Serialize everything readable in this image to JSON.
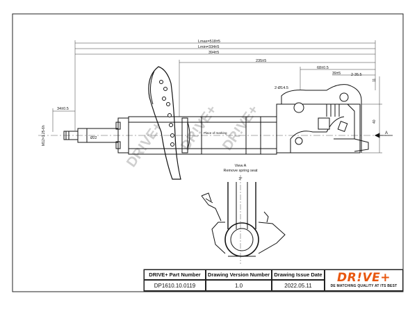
{
  "dimensions": {
    "lmax": "Lmax=518±5",
    "lmin": "Lmin=334±5",
    "d394": "394±5",
    "d235": "235±5",
    "d68": "68±0.5",
    "d39": "39±5",
    "d35": "2-35.5",
    "d14": "2-Ø14.5",
    "d34": "34±0.5",
    "d11": "11",
    "d40": "40",
    "thread": "M12×1.25-6h",
    "rod": "Ø22",
    "spring_note": "Place of marking",
    "angle": "3°",
    "a_mark": "A"
  },
  "view_label": {
    "line1": "View A",
    "line2": "Remove spring seat"
  },
  "watermark": "DR!VE+",
  "title_block": {
    "part_number_label": "DRIVE+ Part Number",
    "part_number": "DP1610.10.0119",
    "version_label": "Drawing Version Number",
    "version": "1.0",
    "issue_label": "Drawing Issue Date",
    "issue_date": "2022.05.11"
  },
  "logo": {
    "text": "DR!VE+",
    "tagline": "DE MATCHING QUALITY AT ITS BEST",
    "color": "#e8570f"
  }
}
